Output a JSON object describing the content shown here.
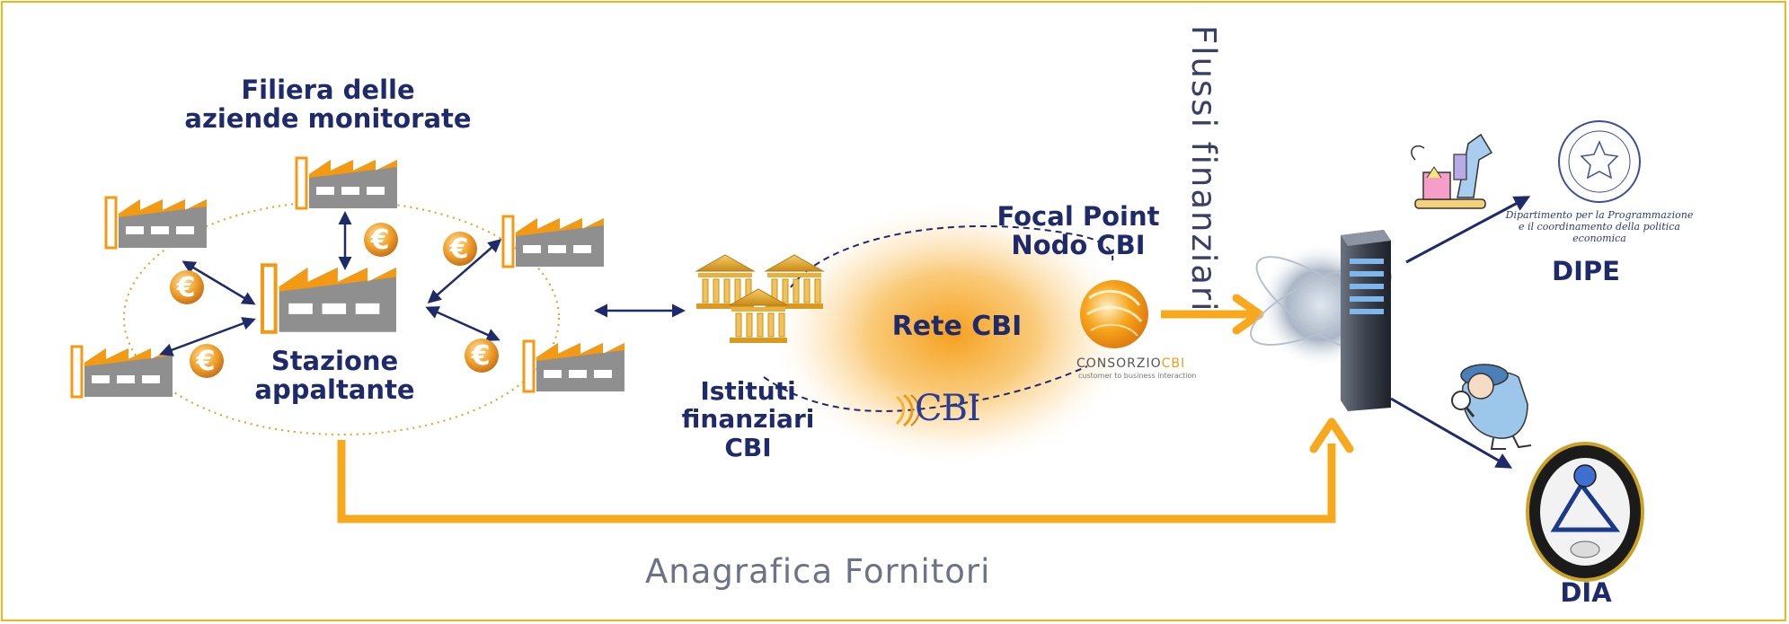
{
  "labels": {
    "filiera_line1": "Filiera delle",
    "filiera_line2": "aziende monitorate",
    "stazione_line1": "Stazione",
    "stazione_line2": "appaltante",
    "istituti_line1": "Istituti",
    "istituti_line2": "finanziari",
    "istituti_line3": "CBI",
    "rete": "Rete CBI",
    "focal_line1": "Focal Point",
    "focal_line2": "Nodo CBI",
    "flussi": "Flussi finanziari",
    "anagrafica": "Anagrafica Fornitori",
    "dipe": "DIPE",
    "dia": "DIA"
  },
  "logos": {
    "cbi": "CBI",
    "consorzio_prefix": "CONSORZIO",
    "consorzio_suffix": "CBI",
    "consorzio_tagline": "customer to business interaction",
    "dipe_caption_line1": "Dipartimento per la Programmazione",
    "dipe_caption_line2": "e il coordinamento della politica economica"
  },
  "colors": {
    "frame": "#f3b51a",
    "accent_orange": "#f5a31a",
    "arrow_navy": "#1f2a6b",
    "text_navy": "#1f2a6b",
    "factory_gray": "#8a8a8a",
    "gold": "#d79a1e"
  },
  "icons": [
    "factory-icon",
    "euro-icon",
    "bank-icon",
    "server-icon",
    "microscope-icon",
    "detective-icon",
    "dipe-seal-icon",
    "dia-badge-icon"
  ]
}
